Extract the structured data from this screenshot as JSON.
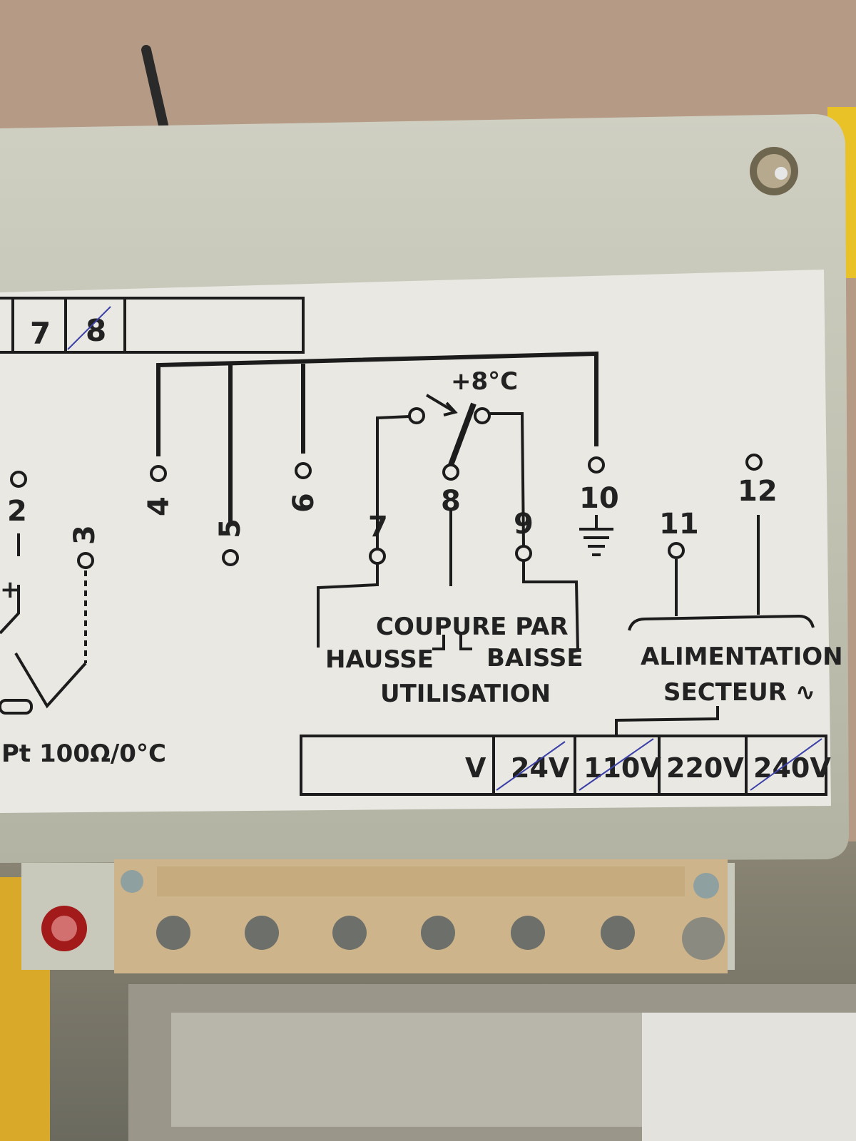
{
  "top_table": {
    "cells": [
      "7",
      "8"
    ]
  },
  "terminals": {
    "t2": "2",
    "t3": "3",
    "t4": "4",
    "t5": "5",
    "t6": "6",
    "t7": "7",
    "t8": "8",
    "t9": "9",
    "t10": "10",
    "t11": "11",
    "t12": "12"
  },
  "switch_label": "+8°C",
  "sensor_label": "Pt 100Ω/0°C",
  "coupure": {
    "line1": "COUPURE  PAR",
    "hausse": "HAUSSE",
    "baisse": "BAISSE",
    "utilisation": "UTILISATION"
  },
  "alimentation": {
    "line1": "ALIMENTATION",
    "line2": "SECTEUR ∿"
  },
  "voltage_table": {
    "unit": "V",
    "options": [
      "24V",
      "110V",
      "220V",
      "240V"
    ]
  },
  "colors": {
    "label_paper": "#e9e8e3",
    "housing": "#c6c6b8",
    "terminal_block": "#cdb48a",
    "background_wall": "#b59a86",
    "ink": "#1c1c1c"
  }
}
